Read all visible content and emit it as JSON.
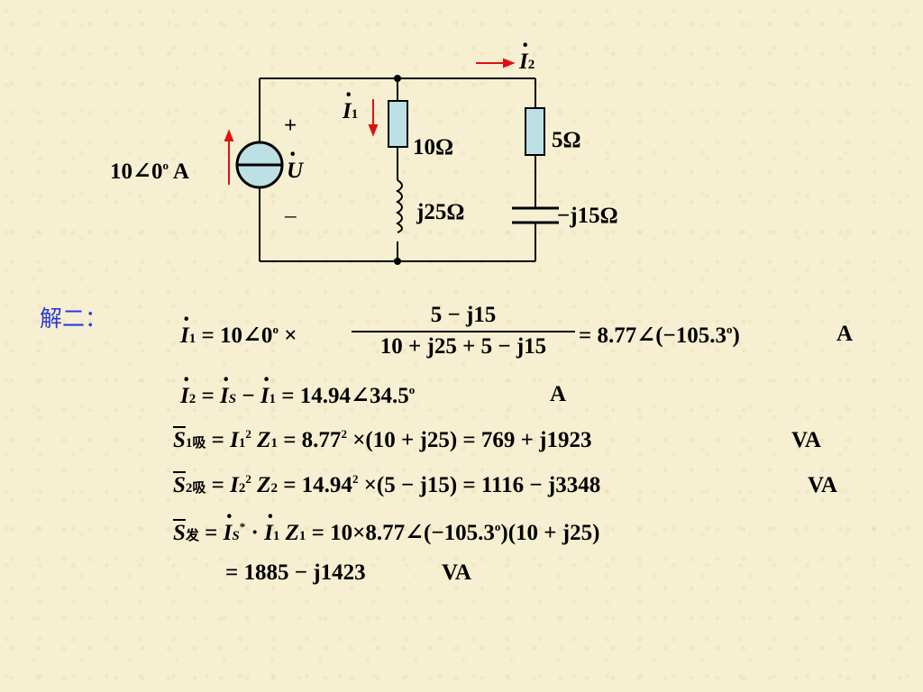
{
  "circuit": {
    "source_label": "10∠0",
    "source_deg": "o",
    "source_unit": "A",
    "voltage_symbol": "U",
    "plus": "+",
    "minus": "–",
    "i1_symbol": "I",
    "i1_sub": "1",
    "i2_symbol": "I",
    "i2_sub": "2",
    "r1": "10Ω",
    "l1": "j25Ω",
    "r2": "5Ω",
    "c2": "−j15Ω"
  },
  "solution": {
    "label": "解二：",
    "eq1": {
      "lhs": "I",
      "lhs_sub": "1",
      "pre": "= 10∠0",
      "pre_deg": "o",
      "times": "×",
      "numerator": "5 − j15",
      "denominator": "10 + j25 + 5 − j15",
      "result": "= 8.77∠(−105.3",
      "result_deg": "o",
      "result_close": ")",
      "unit": "A"
    },
    "eq2": {
      "lhs": "I",
      "lhs_sub": "2",
      "eq": "=",
      "a": "I",
      "a_sub": "S",
      "minus": "−",
      "b": "I",
      "b_sub": "1",
      "result": "= 14.94∠34.5",
      "result_deg": "o",
      "unit": "A"
    },
    "eq3": {
      "lhs": "S",
      "lhs_sub": "1吸",
      "eq": "=",
      "i": "I",
      "i_sub": "1",
      "i_sup": "2",
      "z": "Z",
      "z_sub": "1",
      "expr": "= 8.77",
      "expr_sup": "2",
      "rest": "×(10 + j25) = 769 + j1923",
      "unit": "VA"
    },
    "eq4": {
      "lhs": "S",
      "lhs_sub": "2吸",
      "eq": "=",
      "i": "I",
      "i_sub": "2",
      "i_sup": "2",
      "z": "Z",
      "z_sub": "2",
      "expr": "= 14.94",
      "expr_sup": "2",
      "rest": "×(5 − j15) = 1116 − j3348",
      "unit": "VA"
    },
    "eq5": {
      "lhs": "S",
      "lhs_sub": "发",
      "eq": "=",
      "is": "I",
      "is_sub": "S",
      "is_sup": "*",
      "cdot": "·",
      "i1": "I",
      "i1_sub": "1",
      "z": "Z",
      "z_sub": "1",
      "expr": "= 10×8.77∠(−105.3",
      "expr_deg": "o",
      "rest": ")(10 + j25)",
      "line2": "= 1885 − j1423",
      "unit": "VA"
    }
  }
}
